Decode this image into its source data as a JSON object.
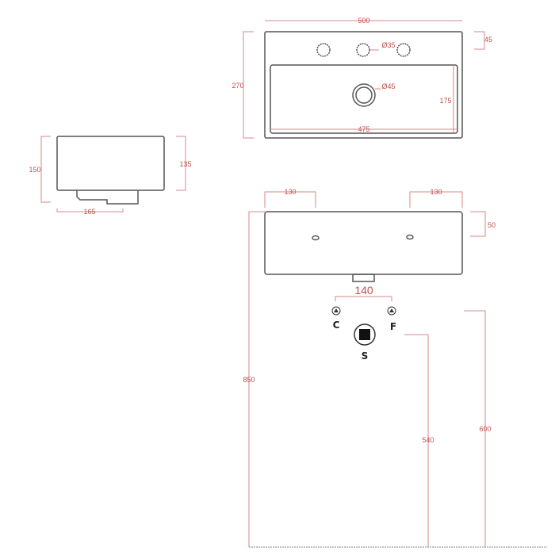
{
  "top_view": {
    "width": "500",
    "depth": "270",
    "tap_offset": "45",
    "tap_hole": "Ø35",
    "drain": "Ø45",
    "basin_depth": "175",
    "basin_width": "475"
  },
  "side_view": {
    "height": "150",
    "inner_height": "135",
    "depth": "165"
  },
  "front_view": {
    "hole_left": "130",
    "hole_right": "130",
    "hole_height": "50",
    "supply_spacing": "140",
    "cold_label": "C",
    "hot_label": "F",
    "drain_label": "S",
    "install_height": "850",
    "drain_height": "540",
    "supply_height": "600"
  },
  "colors": {
    "outline": "#555555",
    "dimension": "#c0504d"
  }
}
